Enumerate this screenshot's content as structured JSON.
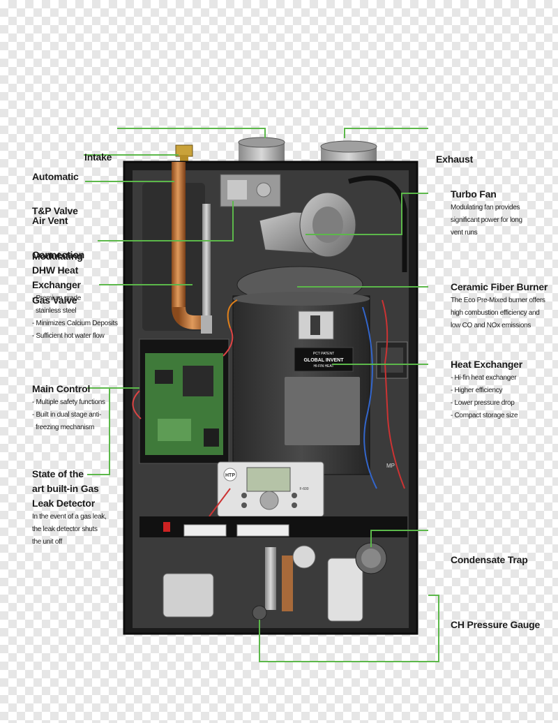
{
  "accent": "#5cb84a",
  "callouts": {
    "intake": {
      "title": [
        "Intake"
      ]
    },
    "exhaust": {
      "title": [
        "Exhaust"
      ]
    },
    "air_vent": {
      "title": [
        "Automatic",
        "Air Vent"
      ]
    },
    "tp_valve": {
      "title": [
        "T&P Valve",
        "Connection"
      ]
    },
    "gas_valve": {
      "title": [
        "Modulating",
        "Gas Valve"
      ]
    },
    "dhw": {
      "title": [
        "DHW Heat",
        "Exchanger"
      ],
      "desc": [
        "- Premium grade",
        "  stainless steel",
        "- Minimizes Calcium Deposits",
        "- Sufficient hot water flow"
      ]
    },
    "main_control": {
      "title": [
        "Main Control"
      ],
      "desc": [
        "- Multiple safety functions",
        "- Built in dual stage anti-",
        "  freezing mechanism"
      ]
    },
    "leak_detector": {
      "title": [
        "State of the",
        "art built-in Gas",
        "Leak Detector"
      ],
      "desc": [
        "In the event of a gas leak,",
        "the leak detector shuts",
        "the unit off"
      ]
    },
    "turbo_fan": {
      "title": [
        "Turbo Fan"
      ],
      "desc": [
        "Modulating fan provides",
        "significant power for long",
        "vent runs"
      ]
    },
    "burner": {
      "title": [
        "Ceramic Fiber Burner"
      ],
      "desc": [
        "The Eco Pre-Mixed burner offers",
        "high combustion efficiency and",
        "low CO and NOx emissions"
      ]
    },
    "heat_exchanger": {
      "title": [
        "Heat Exchanger"
      ],
      "desc": [
        "- Hi-fin heat exchanger",
        "- Higher efficiency",
        "- Lower pressure drop",
        "- Compact storage size"
      ]
    },
    "condensate": {
      "title": [
        "Condensate Trap"
      ]
    },
    "ch_gauge": {
      "title": [
        "CH Pressure Gauge"
      ]
    }
  },
  "unit_labels": {
    "patent": [
      "PCT PATENT",
      "GLOBAL INVENT",
      "HI-FIN HEAT"
    ],
    "controller_brand": "HTP",
    "controller_model": "F-600",
    "mp_tag": "MP"
  }
}
